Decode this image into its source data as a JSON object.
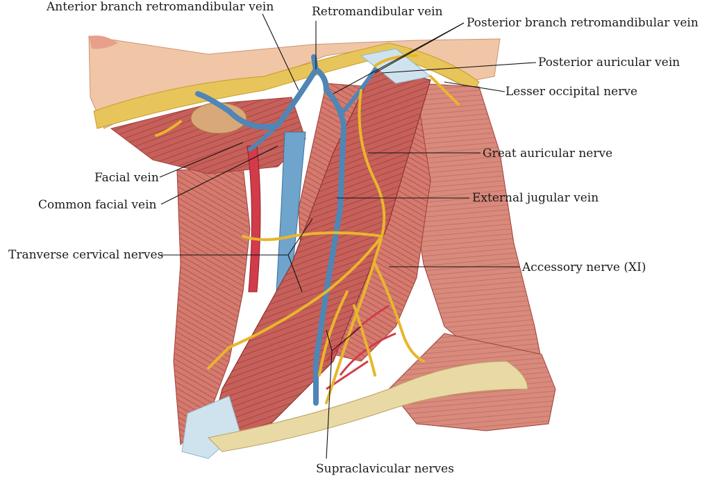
{
  "colors": {
    "muscle": "#c8645c",
    "muscle_dark": "#9e3f3a",
    "muscle_light": "#e9a79a",
    "vein": "#4f86b5",
    "nerve": "#e8b62c",
    "artery": "#d23c4a",
    "skin": "#f0c8a8",
    "fat": "#f2cf6a",
    "leader": "#111111"
  },
  "labels": {
    "anterior_branch_retromandibular_vein": "Anterior branch retromandibular vein",
    "retromandibular_vein": "Retromandibular vein",
    "posterior_branch_retromandibular_vein": "Posterior branch retromandibular vein",
    "posterior_auricular_vein": "Posterior auricular vein",
    "lesser_occipital_nerve": "Lesser occipital nerve",
    "great_auricular_nerve": "Great auricular nerve",
    "facial_vein": "Facial vein",
    "common_facial_vein": "Common facial vein",
    "external_jugular_vein": "External jugular vein",
    "transverse_cervical_nerves": "Tranverse cervical nerves",
    "accessory_nerve": "Accessory nerve (XI)",
    "supraclavicular_nerves": "Supraclavicular nerves"
  }
}
